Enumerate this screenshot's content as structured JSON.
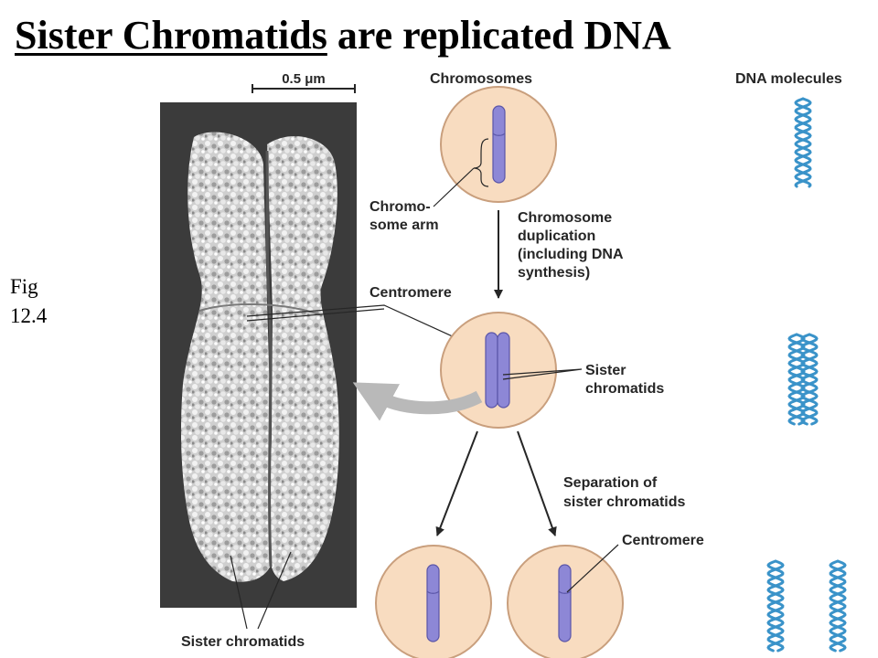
{
  "slide": {
    "title_part1": "Sister Chromatids",
    "title_part2": " are replicated DNA",
    "fig_ref_line1": "Fig",
    "fig_ref_line2": "12.4"
  },
  "figure": {
    "scale_bar": "0.5 μm",
    "col_chromosomes": "Chromosomes",
    "col_dna": "DNA molecules",
    "arm_label_1": "Chromo-",
    "arm_label_2": "some arm",
    "dup_1": "Chromosome",
    "dup_2": "duplication",
    "dup_3": "(including DNA",
    "dup_4": "synthesis)",
    "centromere_top": "Centromere",
    "sister_1": "Sister",
    "sister_2": "chromatids",
    "sep_1": "Separation of",
    "sep_2": "sister chromatids",
    "centromere_bottom": "Centromere",
    "micro_label": "Sister chromatids"
  },
  "colors": {
    "cell_fill": "#f8dcc0",
    "cell_stroke": "#c99f7d",
    "chromosome": "#8d87d6",
    "dna": "#3a93c9",
    "micrograph_bg": "#3b3b3b"
  }
}
